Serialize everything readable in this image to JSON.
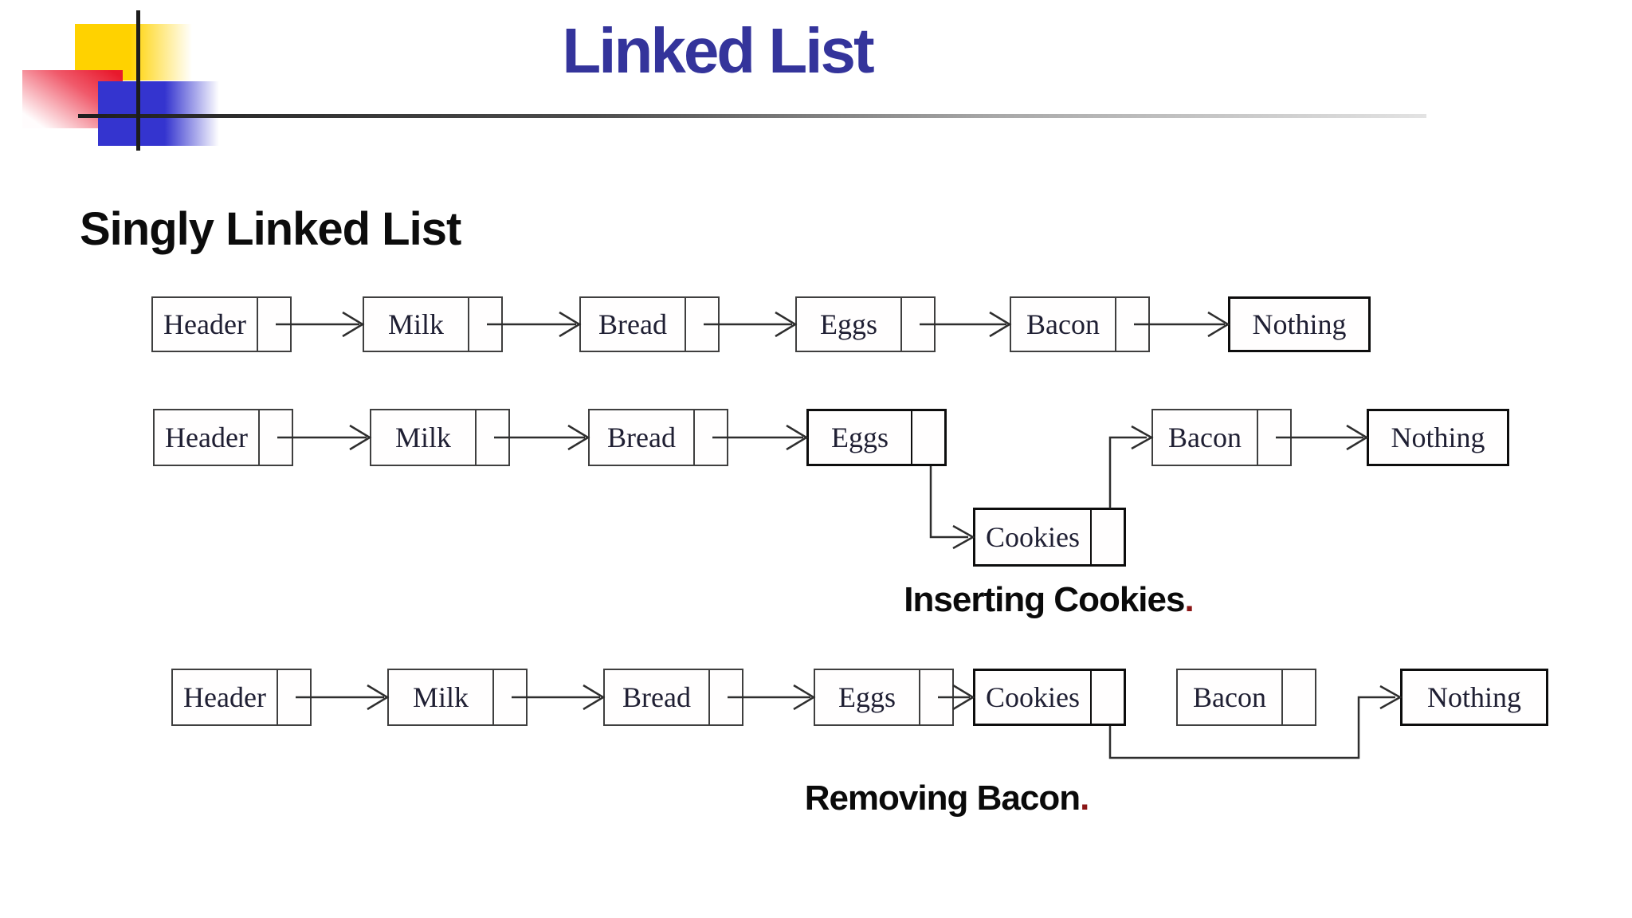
{
  "slide": {
    "title": "Linked List",
    "heading": "Singly Linked List"
  },
  "colors": {
    "title_text": "#34349b",
    "logo_yellow": "#ffd200",
    "logo_red": "#e8192c",
    "logo_blue": "#3434cf",
    "box_border": "#3f3f3f",
    "box_border_emphasis": "#0d0d0d",
    "node_text": "#1f1f33",
    "caption_text": "#0a0a0a",
    "caption_period": "#8b1515"
  },
  "diagram": {
    "rows": [
      {
        "id": "initial-list",
        "nodes": [
          {
            "label": "Header"
          },
          {
            "label": "Milk"
          },
          {
            "label": "Bread"
          },
          {
            "label": "Eggs"
          },
          {
            "label": "Bacon"
          },
          {
            "label": "Nothing"
          }
        ]
      },
      {
        "id": "inserting-cookies",
        "caption": "Inserting Cookies",
        "caption_period": ".",
        "nodes": [
          {
            "label": "Header"
          },
          {
            "label": "Milk"
          },
          {
            "label": "Bread"
          },
          {
            "label": "Eggs"
          },
          {
            "label": "Cookies"
          },
          {
            "label": "Bacon"
          },
          {
            "label": "Nothing"
          }
        ]
      },
      {
        "id": "removing-bacon",
        "caption": "Removing Bacon",
        "caption_period": ".",
        "nodes": [
          {
            "label": "Header"
          },
          {
            "label": "Milk"
          },
          {
            "label": "Bread"
          },
          {
            "label": "Eggs"
          },
          {
            "label": "Cookies"
          },
          {
            "label": "Bacon"
          },
          {
            "label": "Nothing"
          }
        ]
      }
    ]
  }
}
